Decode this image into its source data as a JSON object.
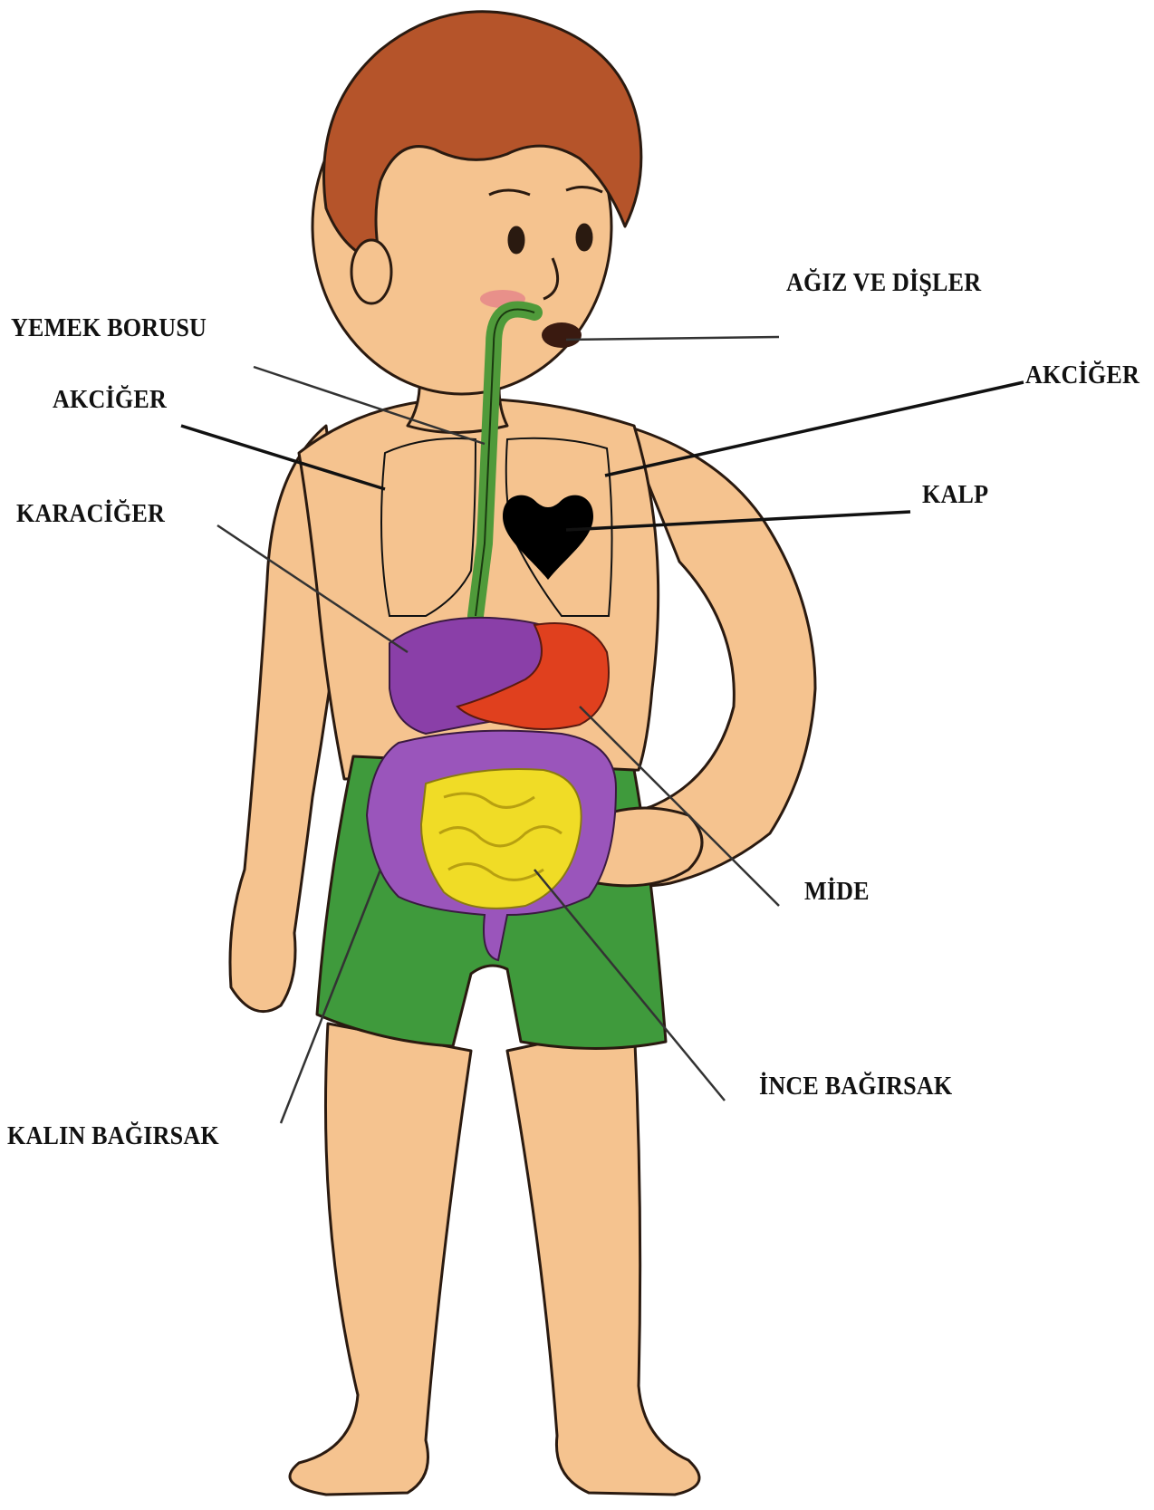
{
  "labels": {
    "mouth": "AĞIZ VE DİŞLER",
    "esophagus": "YEMEK BORUSU",
    "lung_left": "AKCİĞER",
    "lung_right": "AKCİĞER",
    "heart": "KALP",
    "liver": "KARACİĞER",
    "stomach": "MİDE",
    "small_intestine": "İNCE BAĞIRSAK",
    "large_intestine": "KALIN BAĞIRSAK"
  },
  "colors": {
    "skin": "#f5c38f",
    "hair": "#b5542a",
    "shorts": "#3f9a3c",
    "esophagus": "#4f9a3a",
    "liver": "#8a3fa8",
    "stomach": "#e0401e",
    "large_intestine": "#9a55bb",
    "small_intestine": "#f0dc26",
    "heart": "#000000"
  }
}
